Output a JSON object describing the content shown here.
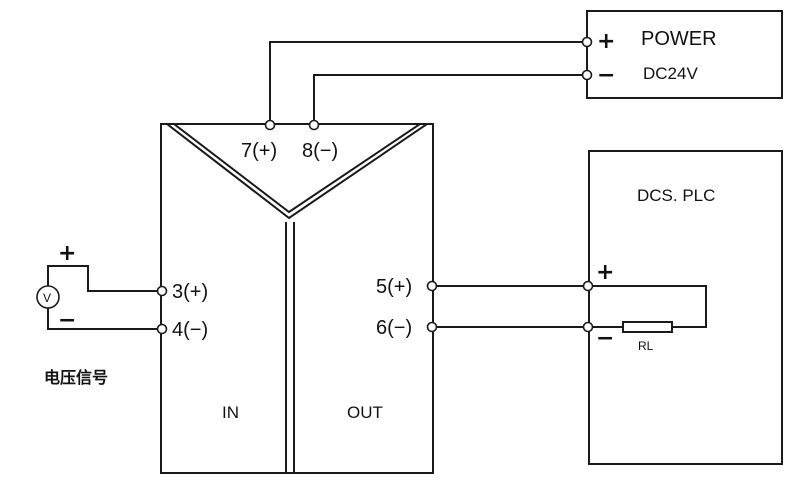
{
  "power": {
    "title": "POWER",
    "voltage": "DC24V",
    "plus": "+",
    "minus": "−"
  },
  "module": {
    "in_label": "IN",
    "out_label": "OUT",
    "terminals": {
      "t7": "7(+)",
      "t8": "8(−)",
      "t3": "3(+)",
      "t4": "4(−)",
      "t5": "5(+)",
      "t6": "6(−)"
    }
  },
  "source": {
    "meter_symbol": "V",
    "plus": "+",
    "minus": "−",
    "caption": "电压信号"
  },
  "dcs": {
    "title": "DCS. PLC",
    "plus": "+",
    "minus": "−",
    "load_label": "RL"
  }
}
